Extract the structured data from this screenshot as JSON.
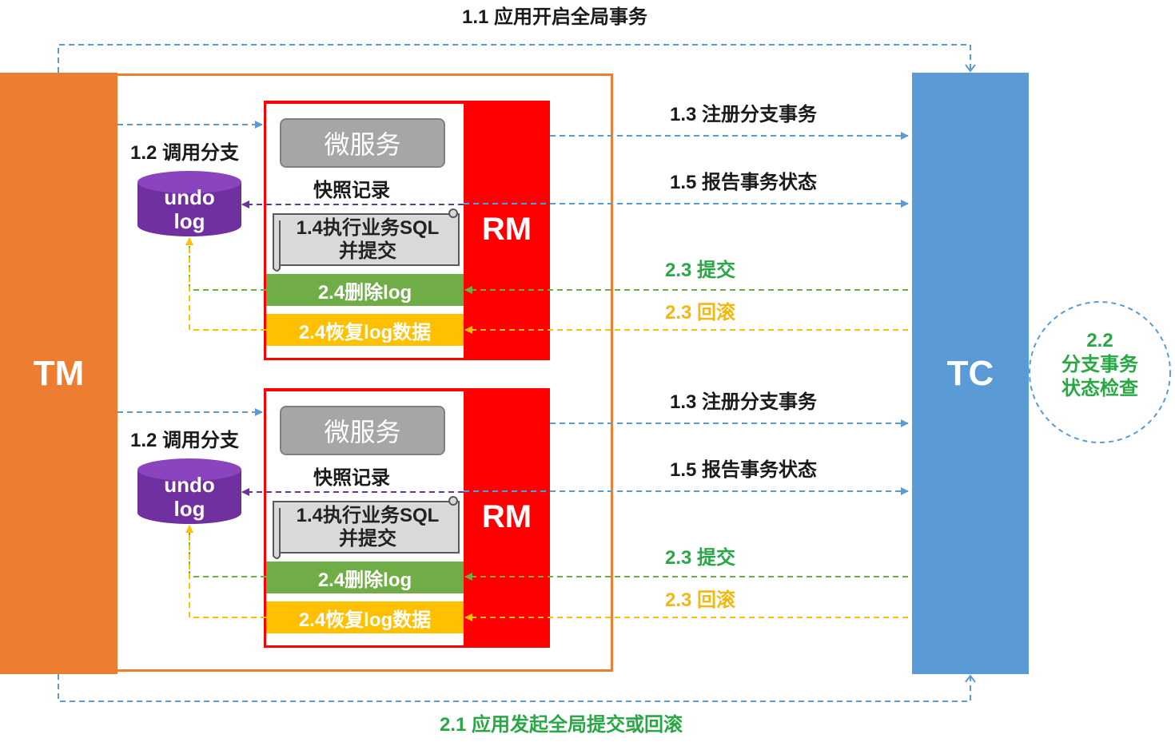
{
  "title_top": "1.1 应用开启全局事务",
  "title_bottom": "2.1 应用发起全局提交或回滚",
  "tm": {
    "label": "TM"
  },
  "tc": {
    "label": "TC"
  },
  "tc_check": {
    "line1": "2.2",
    "line2": "分支事务",
    "line3": "状态检查"
  },
  "branches": [
    {
      "call_label": "1.2 调用分支",
      "undo": {
        "line1": "undo",
        "line2": "log"
      },
      "service": "微服务",
      "snapshot": "快照记录",
      "sql": {
        "line1": "1.4执行业务SQL",
        "line2": "并提交"
      },
      "delete_log": "2.4删除log",
      "restore_log": "2.4恢复log数据",
      "rm": "RM",
      "register": "1.3 注册分支事务",
      "report": "1.5 报告事务状态",
      "commit": "2.3 提交",
      "rollback": "2.3 回滚"
    },
    {
      "call_label": "1.2 调用分支",
      "undo": {
        "line1": "undo",
        "line2": "log"
      },
      "service": "微服务",
      "snapshot": "快照记录",
      "sql": {
        "line1": "1.4执行业务SQL",
        "line2": "并提交"
      },
      "delete_log": "2.4删除log",
      "restore_log": "2.4恢复log数据",
      "rm": "RM",
      "register": "1.3 注册分支事务",
      "report": "1.5 报告事务状态",
      "commit": "2.3 提交",
      "rollback": "2.3 回滚"
    }
  ],
  "colors": {
    "tm": "#ed7d31",
    "tc": "#5b9bd5",
    "rm": "#ff0000",
    "undo": "#7030a0",
    "delete": "#70ad47",
    "restore": "#ffc000",
    "commit_text": "#27a844",
    "rollback_text": "#f3b80f"
  }
}
